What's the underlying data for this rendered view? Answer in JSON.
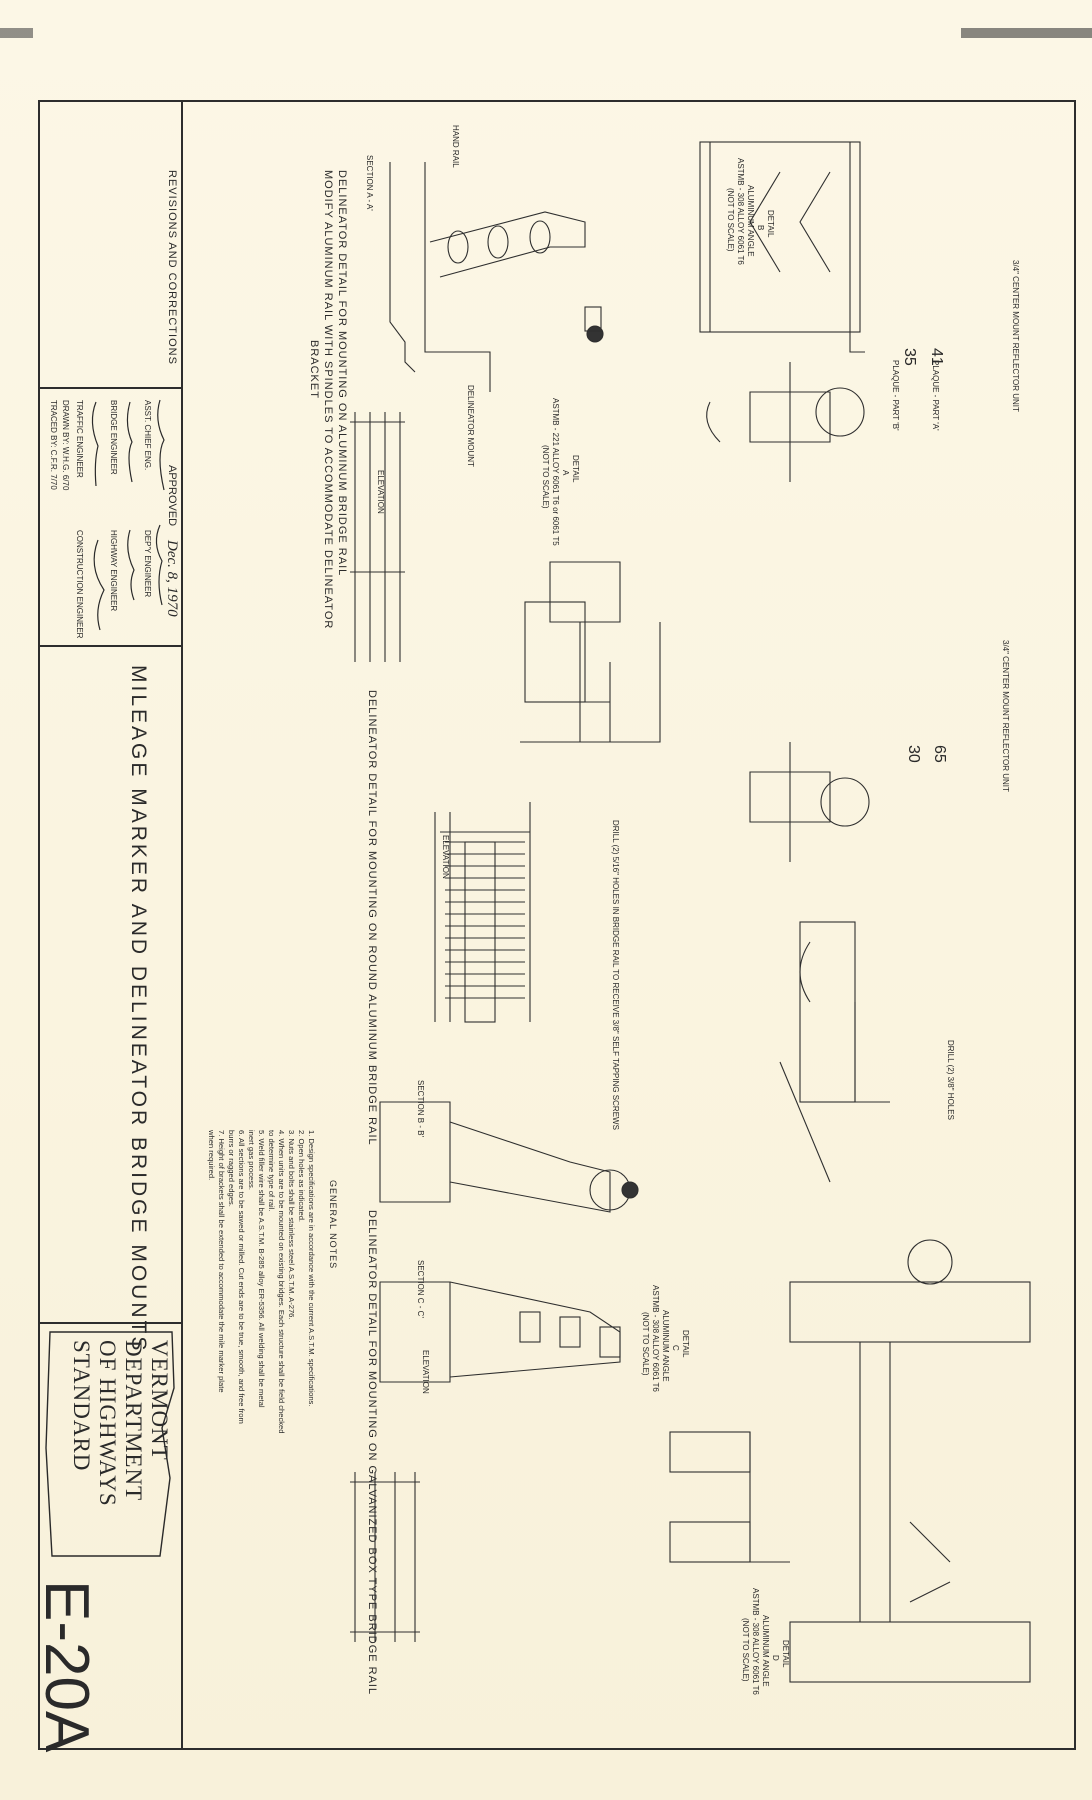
{
  "sheet": {
    "number": "E-20A",
    "title": "MILEAGE MARKER AND DELINEATOR BRIDGE MOUNTS",
    "agency": [
      "VERMONT",
      "DEPARTMENT",
      "OF HIGHWAYS",
      "STANDARD"
    ],
    "revisions_label": "REVISIONS AND CORRECTIONS"
  },
  "approval": {
    "approved_label": "APPROVED",
    "approved_date": "Dec. 8, 1970",
    "roles": [
      "ASST. CHIEF ENG.",
      "DEP'Y ENGINEER",
      "BRIDGE ENGINEER",
      "HIGHWAY ENGINEER",
      "TRAFFIC ENGINEER",
      "CONSTRUCTION ENGINEER"
    ],
    "drawn_by": "DRAWN BY: W.H.G. 6/70",
    "traced_by": "TRACED BY: C.F.R. 7/70"
  },
  "views": {
    "section_aa": "SECTION  A - A'",
    "hand_rail": "HAND RAIL",
    "detail_b": [
      "DETAIL",
      "B",
      "ALUMINUM ANGLE",
      "ASTMB - 308 ALLOY 6061 T6",
      "(NOT TO SCALE)"
    ],
    "detail_a": [
      "DETAIL",
      "A",
      "ASTMB - 221 ALLOY 6061 T6 or 6061 T5",
      "(NOT TO SCALE)"
    ],
    "detail_c": [
      "DETAIL",
      "C",
      "ALUMINUM ANGLE",
      "ASTMB - 308 ALLOY 6061 T6",
      "(NOT TO SCALE)"
    ],
    "detail_d": [
      "DETAIL",
      "D",
      "ALUMINUM ANGLE",
      "ASTMB - 308 ALLOY 6061 T6",
      "(NOT TO SCALE)"
    ],
    "elevation": "ELEVATION",
    "delineator_mount": "DELINEATOR MOUNT",
    "section_bb": "SECTION  B - B'",
    "section_cc": "SECTION  C - C'",
    "center_mount": "3/4\" CENTER MOUNT REFLECTOR UNIT",
    "plaque_a": "PLAQUE - PART 'A'",
    "plaque_b": "PLAQUE - PART 'B'",
    "marker_top": "41",
    "marker_bottom": "35",
    "marker2_top": "65",
    "marker2_bottom": "30",
    "drill_holes": "DRILL (2) 3/8\" HOLES",
    "drill_note": "DRILL (2) 5/16\" HOLES IN BRIDGE RAIL TO RECEIVE 3/8\" SELF TAPPING SCREWS"
  },
  "captions": {
    "aluminum_rail": [
      "DELINEATOR DETAIL FOR MOUNTING ON ALUMINUM BRIDGE RAIL",
      "MODIFY ALUMINUM RAIL WITH SPINDLES TO ACCOMMODATE DELINEATOR",
      "BRACKET"
    ],
    "round_rail": "DELINEATOR DETAIL FOR MOUNTING ON ROUND ALUMINUM BRIDGE RAIL",
    "box_rail": "DELINEATOR DETAIL FOR MOUNTING ON GALVANIZED BOX TYPE BRIDGE RAIL"
  },
  "notes": {
    "heading": "GENERAL NOTES",
    "items": [
      "1. Design specifications are in accordance with the current A.S.T.M. specifications.",
      "2. Open holes as indicated.",
      "3. Nuts and bolts shall be stainless steel A.S.T.M. A-276.",
      "4. When units are to be mounted on existing bridges. Each structure shall be field checked",
      "   to determine type of rail.",
      "5. Weld filler wire shall be A.S.T.M. B-285 alloy ER-5356. All welding shall be metal",
      "   inert gas process.",
      "6. All sections are to be sawed or milled. Cut ends are to be true, smooth, and free from",
      "   burrs or ragged edges.",
      "7. Height of brackets shall be extended to accommodate the mile marker plate",
      "   when required."
    ]
  }
}
